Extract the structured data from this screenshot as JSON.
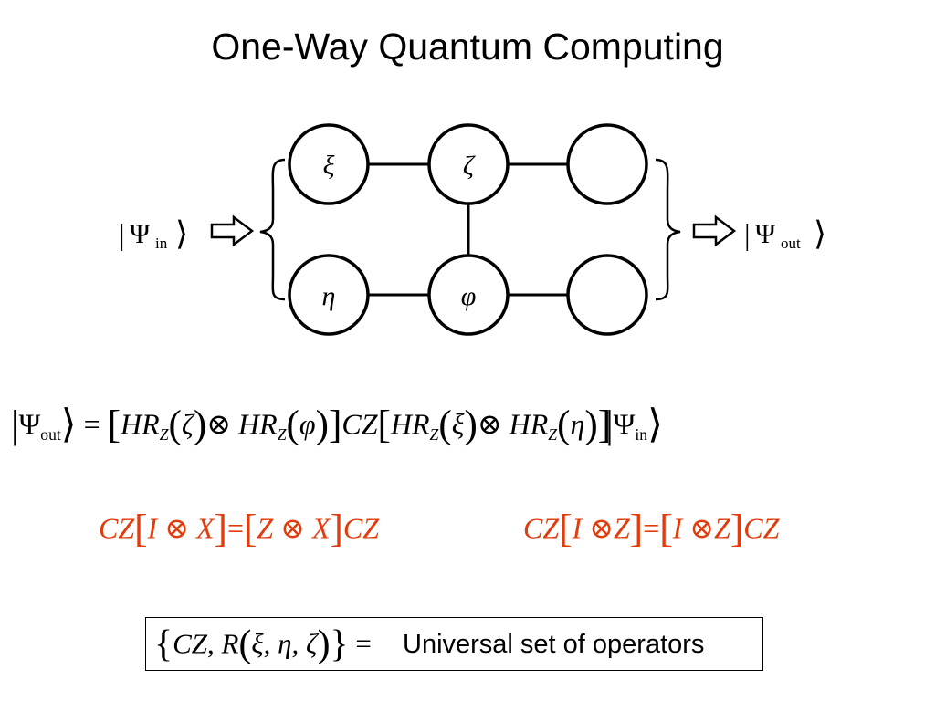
{
  "title": "One-Way Quantum Computing",
  "diagram": {
    "input_state": {
      "bar": "|",
      "symbol": "Ψ",
      "subscript": "in",
      "close": "⟩"
    },
    "output_state": {
      "bar": "|",
      "symbol": "Ψ",
      "subscript": "out",
      "close": "⟩"
    },
    "qubits": {
      "top_left": "ξ",
      "top_middle": "ζ",
      "top_right": "",
      "bottom_left": "η",
      "bottom_middle": "φ",
      "bottom_right": ""
    }
  },
  "equation_main": {
    "lhs_symbol": "Ψ",
    "lhs_subscript": "out",
    "equals": "=",
    "H": "HR",
    "Z": "Z",
    "zeta": "ζ",
    "phi": "φ",
    "xi": "ξ",
    "eta": "η",
    "otimes": "⊗",
    "cz": "CZ",
    "rhs_symbol": "Ψ",
    "rhs_subscript": "in"
  },
  "identities": {
    "left": {
      "cz": "CZ",
      "a": "I",
      "b": "X",
      "c": "Z",
      "d": "X",
      "otimes": "⊗",
      "equals": "="
    },
    "right": {
      "cz": "CZ",
      "a": "I",
      "b": "Z",
      "c": "I",
      "d": "Z",
      "otimes": "⊗",
      "equals": "="
    }
  },
  "universal_box": {
    "cz": "CZ",
    "r": "R",
    "args": "ξ, η, ζ",
    "equals": "=",
    "text": "Universal set of operators"
  },
  "colors": {
    "identity_red": "#e03c0c",
    "ink": "#000000"
  }
}
